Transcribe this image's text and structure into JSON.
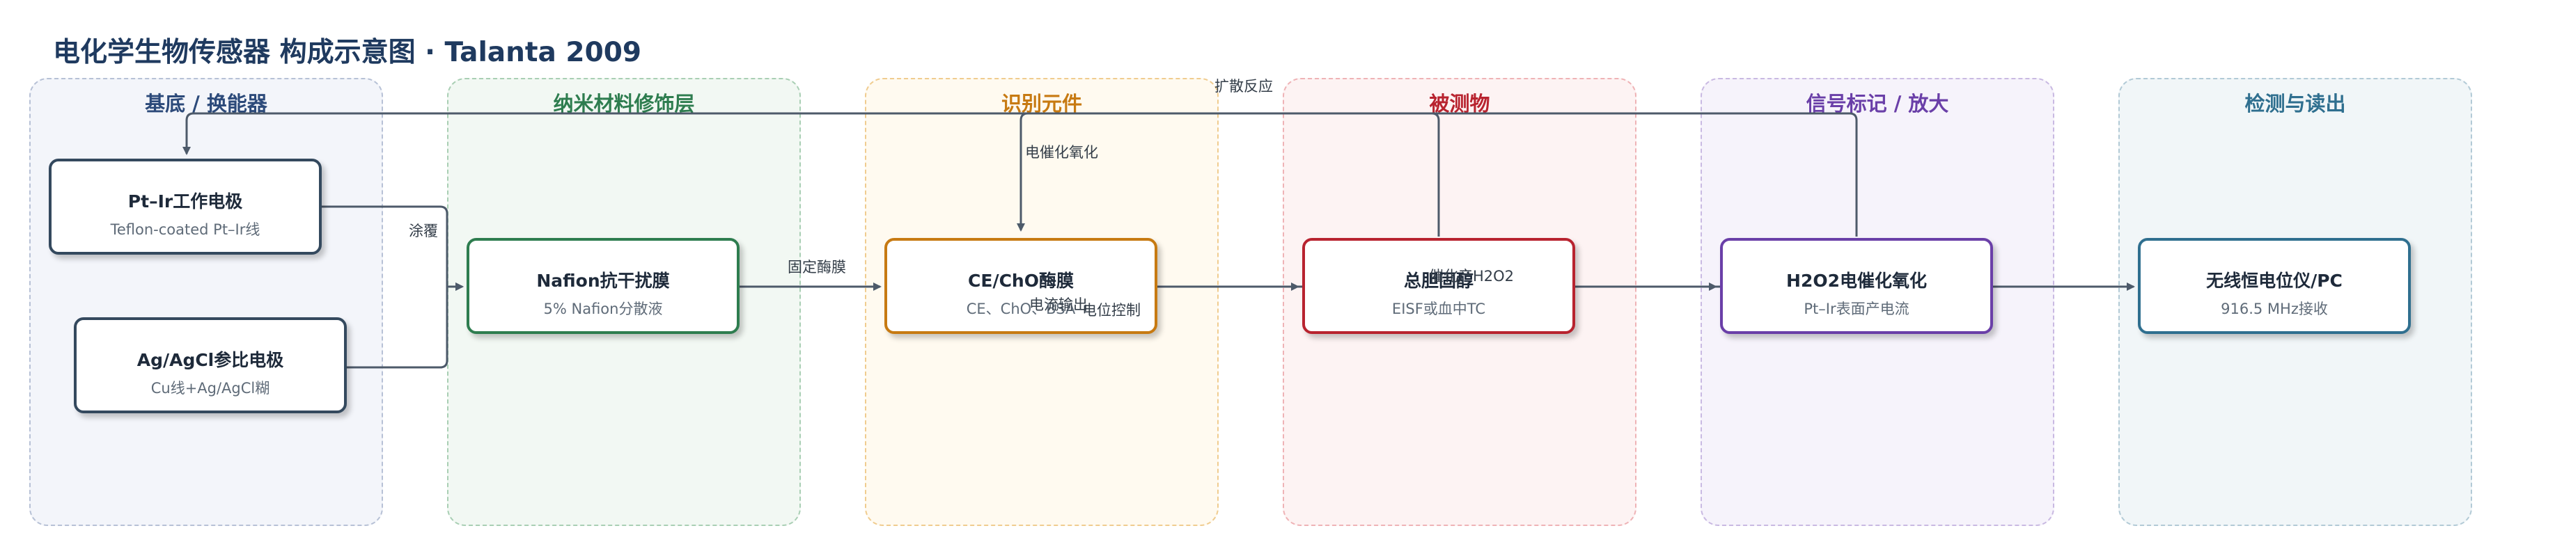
{
  "title": "电化学生物传感器 构成示意图 · Talanta 2009",
  "lanes": [
    {
      "label": "基底 / 换能器",
      "color": "#2c4a7a",
      "bg": "#f3f5fa",
      "border": "#b7c1d6"
    },
    {
      "label": "纳米材料修饰层",
      "color": "#2e7d4f",
      "bg": "#f2f8f3",
      "border": "#a9cfb4"
    },
    {
      "label": "识别元件",
      "color": "#c77a12",
      "bg": "#fffaf0",
      "border": "#f0cc8f"
    },
    {
      "label": "被测物",
      "color": "#b8232f",
      "bg": "#fdf3f3",
      "border": "#efb3b6"
    },
    {
      "label": "信号标记 / 放大",
      "color": "#6a3fa8",
      "bg": "#f6f3fb",
      "border": "#c9b9e2"
    },
    {
      "label": "检测与读出",
      "color": "#2f6f8f",
      "bg": "#f1f6f8",
      "border": "#b2cad6"
    }
  ],
  "nodes": {
    "pt_ir": {
      "title": "Pt–Ir工作电极",
      "subtitle": "Teflon-coated Pt–Ir线",
      "color": "#34495e"
    },
    "agcl": {
      "title": "Ag/AgCl参比电极",
      "subtitle": "Cu线+Ag/AgCl糊",
      "color": "#34495e"
    },
    "nafion": {
      "title": "Nafion抗干扰膜",
      "subtitle": "5% Nafion分散液",
      "color": "#2e7d4f"
    },
    "ce_cho": {
      "title": "CE/ChO酶膜",
      "subtitle": "CE、ChO、BSA",
      "color": "#c77a12"
    },
    "cholesterol": {
      "title": "总胆固醇",
      "subtitle": "EISF或血中TC",
      "color": "#b8232f"
    },
    "h2o2": {
      "title": "H2O2电催化氧化",
      "subtitle": "Pt–Ir表面产电流",
      "color": "#6a3fa8"
    },
    "readout": {
      "title": "无线恒电位仪/PC",
      "subtitle": "916.5 MHz接收",
      "color": "#2f6f8f"
    }
  },
  "edge_labels": {
    "coat": "涂覆",
    "fix_membrane": "固定酶膜",
    "diffusion": "扩散反应",
    "electrocatalytic": "电催化氧化",
    "current_out": "电流输出",
    "potential_control": "电位控制",
    "catalyze_h2o2": "催化产H2O2"
  }
}
